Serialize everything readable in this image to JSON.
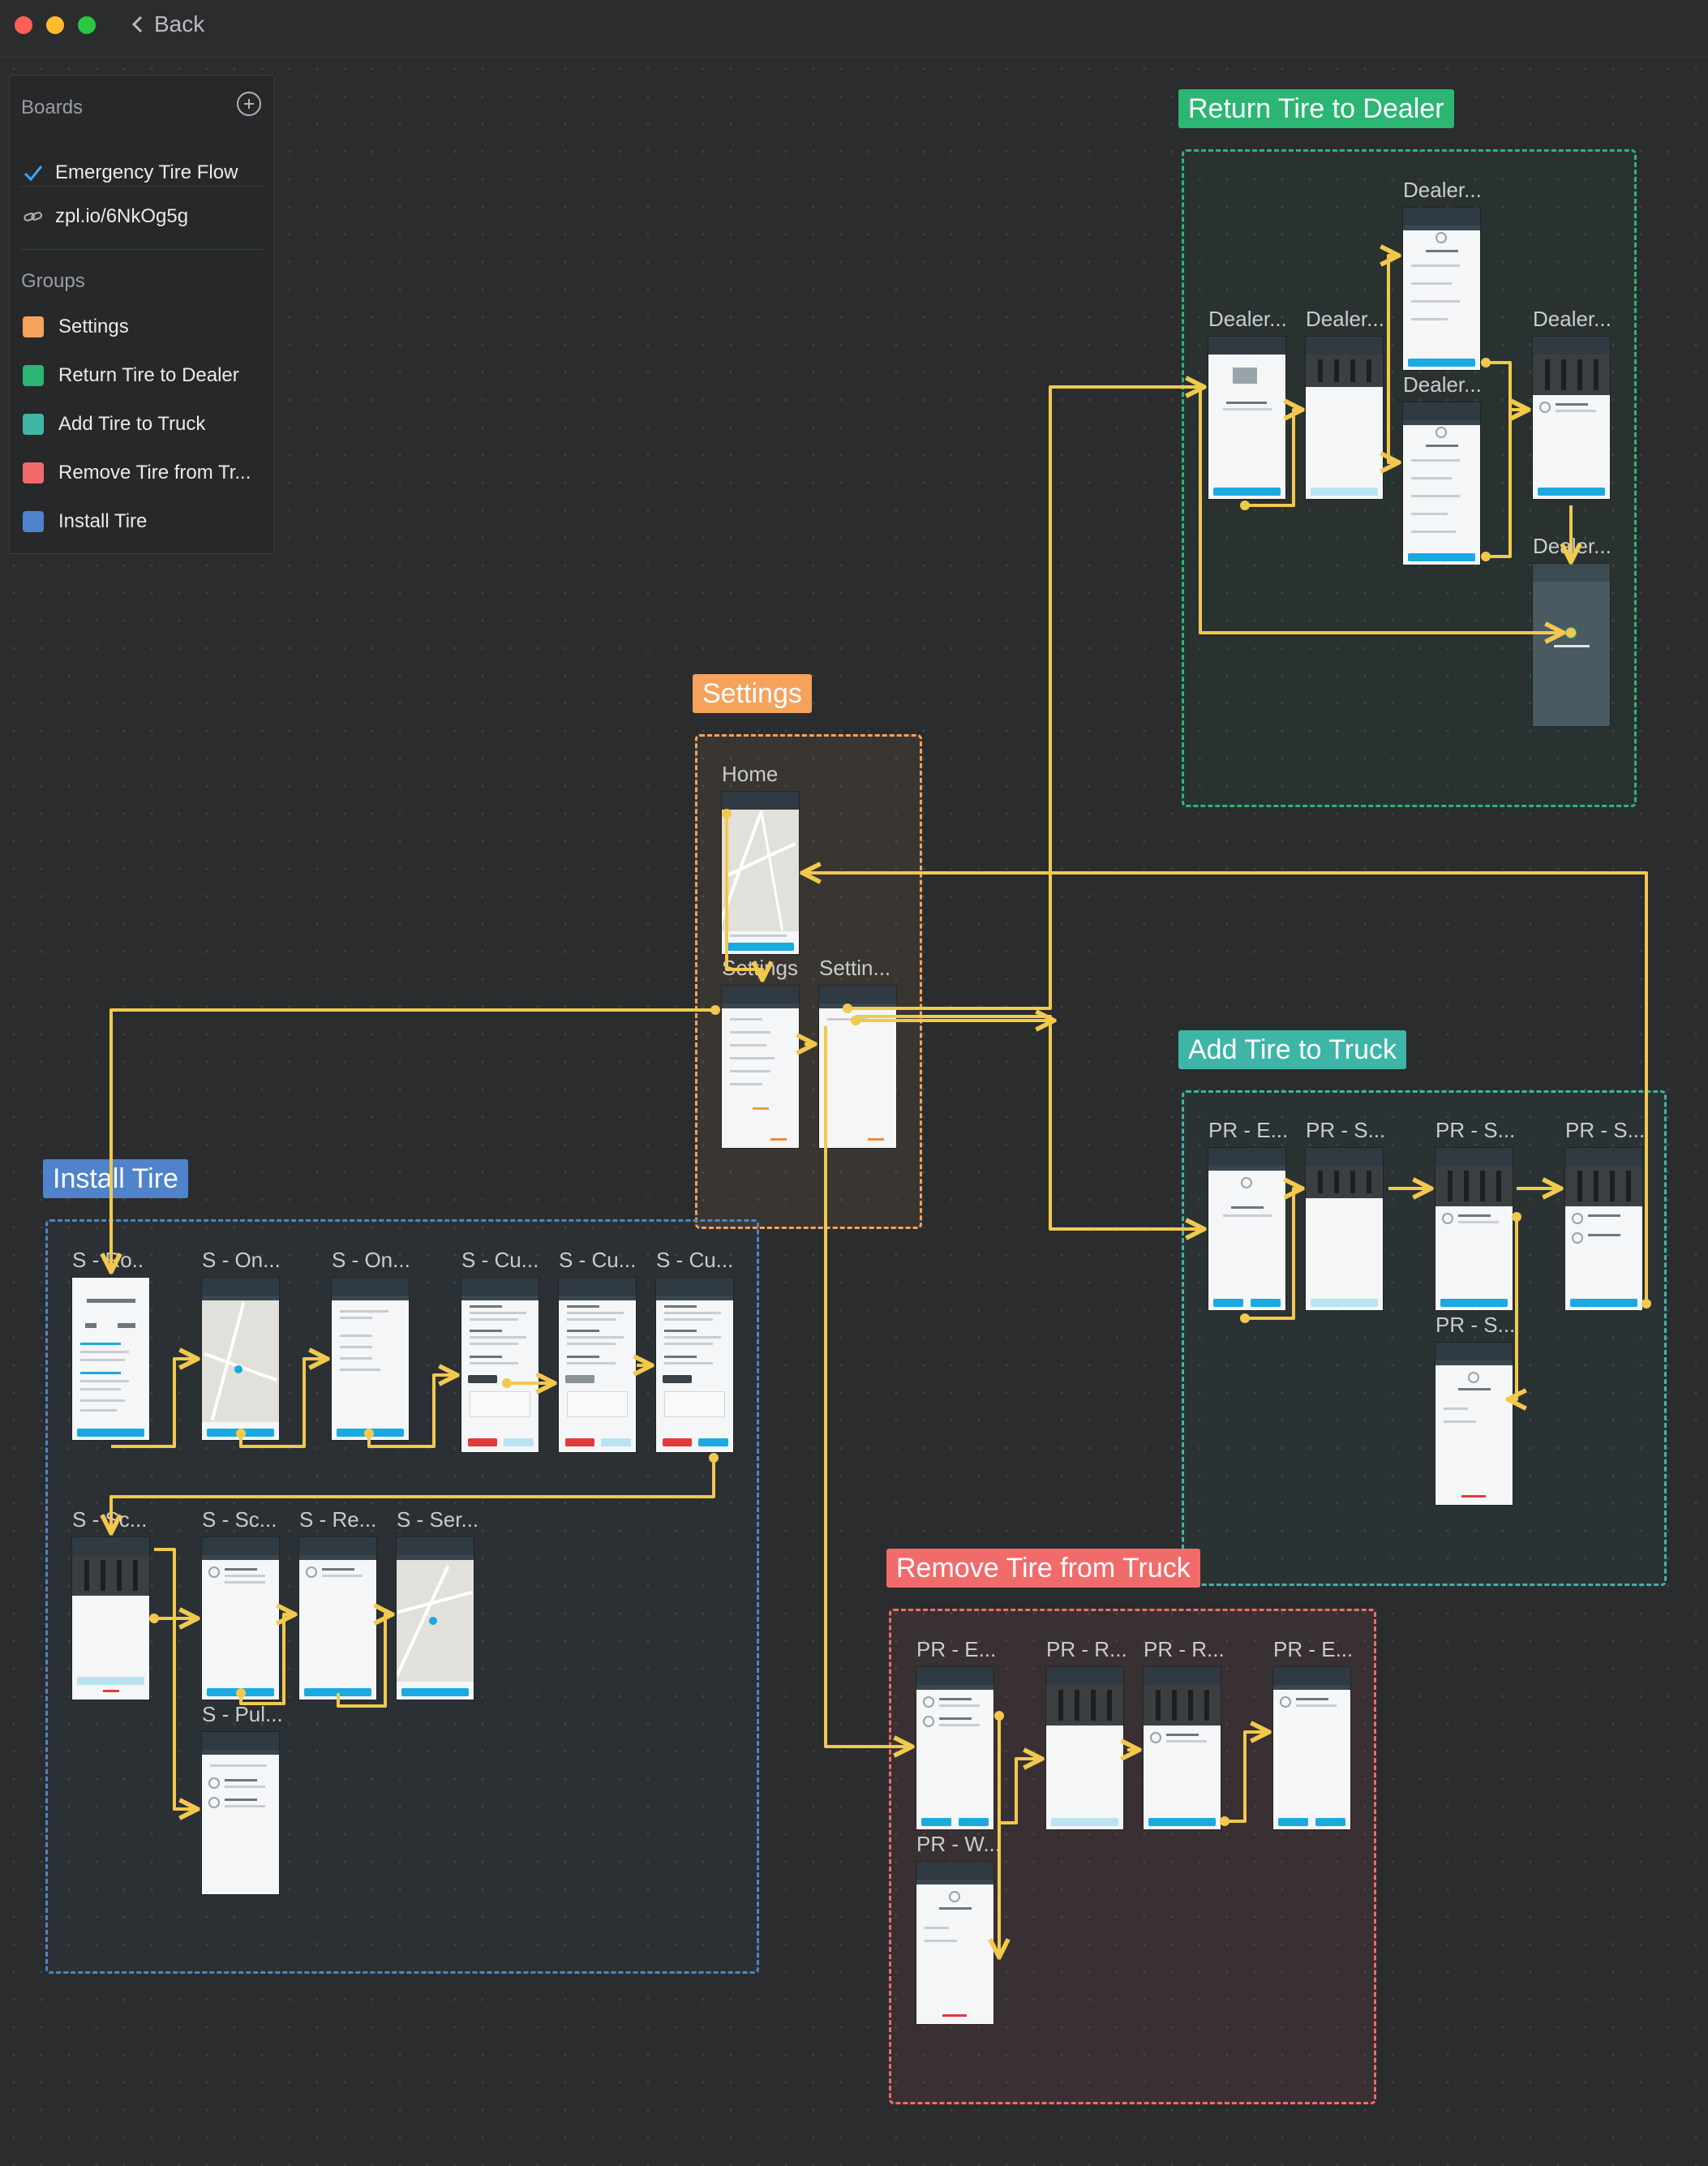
{
  "window": {
    "back_label": "Back"
  },
  "sidebar": {
    "boards_header": "Boards",
    "board_name": "Emergency Tire Flow",
    "share_link": "zpl.io/6NkOg5g",
    "groups_header": "Groups",
    "groups": [
      {
        "label": "Settings",
        "color": "#f5a25d"
      },
      {
        "label": "Return Tire to Dealer",
        "color": "#2bb673"
      },
      {
        "label": "Add Tire to Truck",
        "color": "#3fb5a8"
      },
      {
        "label": "Remove Tire from Tr...",
        "color": "#f26b6b"
      },
      {
        "label": "Install Tire",
        "color": "#4f83cc"
      }
    ]
  },
  "canvas": {
    "group_titles": {
      "return": "Return Tire to Dealer",
      "settings": "Settings",
      "add": "Add Tire to Truck",
      "install": "Install Tire",
      "remove": "Remove Tire from Truck"
    },
    "screens": {
      "d1": "Dealer...",
      "d2": "Dealer...",
      "d3": "Dealer...",
      "d4": "Dealer...",
      "d5": "Dealer...",
      "d6": "Dealer...",
      "home": "Home",
      "settings": "Settings",
      "settings2": "Settin...",
      "a1": "PR - E...",
      "a2": "PR - S...",
      "a3": "PR - S...",
      "a4": "PR - S...",
      "a5": "PR - S...",
      "i1": "S - Ro...",
      "i2": "S - On...",
      "i3": "S - On...",
      "i4": "S - Cu...",
      "i5": "S - Cu...",
      "i6": "S - Cu...",
      "i7": "S - Sc...",
      "i8": "S - Sc...",
      "i9": "S - Re...",
      "i10": "S - Ser...",
      "i11": "S - Pul...",
      "r1": "PR - E...",
      "r2": "PR - R...",
      "r3": "PR - R...",
      "r4": "PR - E...",
      "r5": "PR - W..."
    }
  },
  "colors": {
    "connector": "#f2c94c",
    "settings": "#f5a25d",
    "return": "#2bb673",
    "add": "#3fb5a8",
    "remove": "#f26b6b",
    "install": "#4f83cc"
  }
}
